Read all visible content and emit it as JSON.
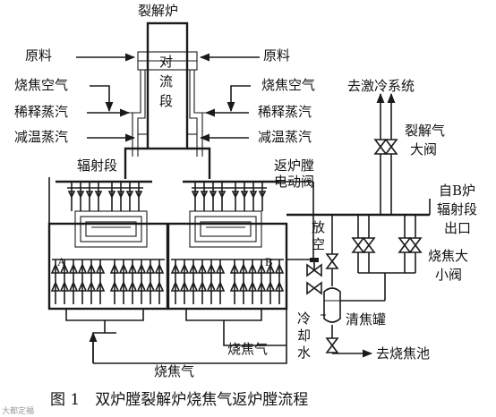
{
  "title": "裂解炉",
  "labels": {
    "feed_left": "原料",
    "feed_right": "原料",
    "coke_air_left": "烧焦空气",
    "coke_air_right": "烧焦空气",
    "dilution_steam_left": "稀释蒸汽",
    "dilution_steam_right": "稀释蒸汽",
    "desuperheat_steam_left": "减温蒸汽",
    "desuperheat_steam_right": "减温蒸汽",
    "convection_1": "对",
    "convection_2": "流",
    "convection_3": "段",
    "radiant_section": "辐射段",
    "furnace_a": "A",
    "furnace_b": "B",
    "return_valve_1": "返炉膛",
    "return_valve_2": "电动阀",
    "to_quench": "去激冷系统",
    "cracked_gas_valve_1": "裂解气",
    "cracked_gas_valve_2": "大阀",
    "from_b_1": "自B炉",
    "from_b_2": "辐射段",
    "from_b_3": "出口",
    "vent_1": "放",
    "vent_2": "空",
    "decoke_valves_1": "烧焦大",
    "decoke_valves_2": "小阀",
    "cooling_water_1": "冷",
    "cooling_water_2": "却",
    "cooling_water_3": "水",
    "clean_coke_tank": "清焦罐",
    "to_coke_pit": "去烧焦池",
    "decoke_gas_1": "烧焦气",
    "decoke_gas_2": "烧焦气"
  },
  "caption": "图 1　双炉膛裂解炉烧焦气返炉膛流程",
  "watermark": "大都定福"
}
